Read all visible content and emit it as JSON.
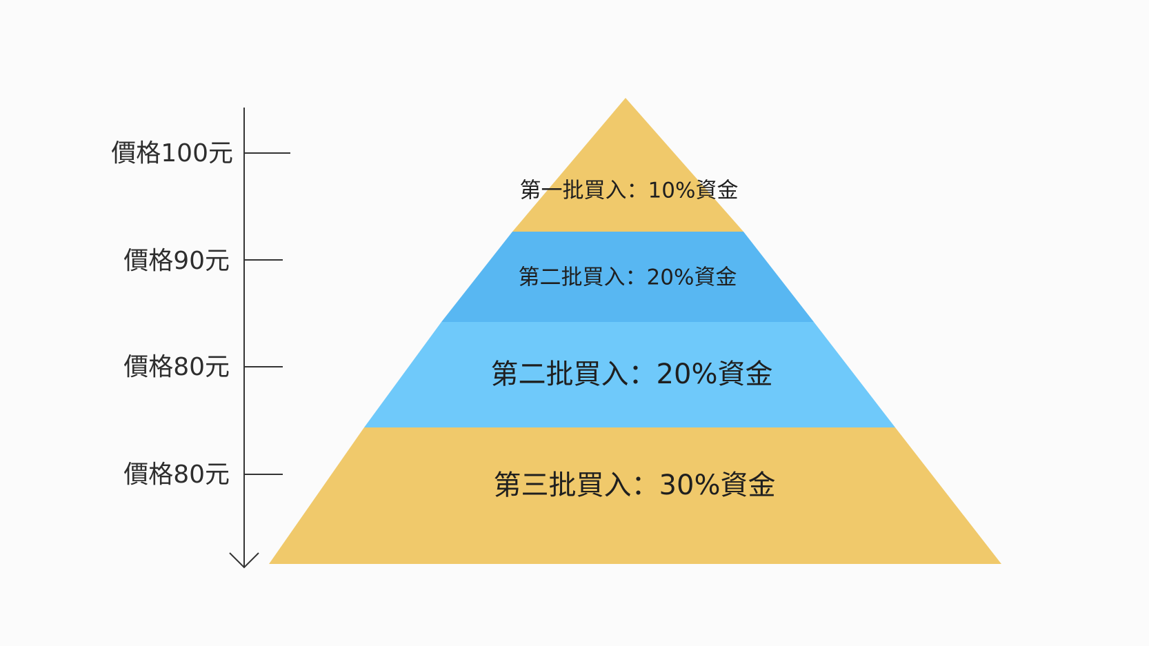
{
  "axis": {
    "levels": [
      {
        "label": "價格100元"
      },
      {
        "label": "價格90元"
      },
      {
        "label": "價格80元"
      },
      {
        "label": "價格80元"
      }
    ]
  },
  "pyramid": {
    "bands": [
      {
        "label": "第一批買入：10%資金",
        "color": "#f0c96b"
      },
      {
        "label": "第二批買入：20%資金",
        "color": "#58b7f2"
      },
      {
        "label": "第二批買入：20%資金",
        "color": "#6fc9fa"
      },
      {
        "label": "第三批買入：30%資金",
        "color": "#f0c96b"
      }
    ]
  },
  "colors": {
    "axis_line": "#333333",
    "background": "#fbfbfb"
  }
}
